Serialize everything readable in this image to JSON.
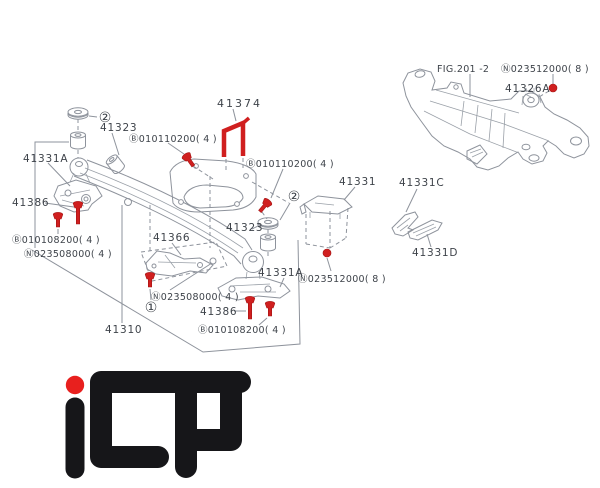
{
  "page": {
    "background": "#ffffff"
  },
  "colors": {
    "highlight_red": "#d01f1f",
    "line_gray": "#8e939c",
    "text_gray": "#3e434a",
    "logo_red": "#e8201e",
    "logo_black": "#161619"
  },
  "diagram": {
    "figure_reference": "FIG.201 -2",
    "labels": {
      "fig_ref": "FIG.201 -2",
      "nut_code_top": "Ⓝ023512000( 8 )",
      "part_41326a": "41326A",
      "part_41374": "41374",
      "part_41323_upper": "41323",
      "bolt_code_upper_left": "Ⓑ010110200( 4 )",
      "bolt_code_upper_right": "Ⓑ010110200( 4 )",
      "part_41331a_left": "41331A",
      "part_41386_left": "41386",
      "bolt_code_lower_left": "Ⓑ010108200( 4 )",
      "nut_code_lower_left": "Ⓝ023508000( 4 )",
      "part_41366": "41366",
      "part_41323_mid": "41323",
      "part_41331": "41331",
      "part_41331c": "41331C",
      "part_41331d": "41331D",
      "nut_code_mid_right": "Ⓝ023512000( 8 )",
      "part_41331a_right": "41331A",
      "nut_code_mid": "Ⓝ023508000( 4 )",
      "part_41386_right": "41386",
      "bolt_code_lower_right": "Ⓑ010108200( 4 )",
      "part_41310": "41310",
      "circled_1": "①",
      "circled_2_left": "②",
      "circled_2_right": "②"
    }
  },
  "logo": {
    "text": "iCP"
  }
}
